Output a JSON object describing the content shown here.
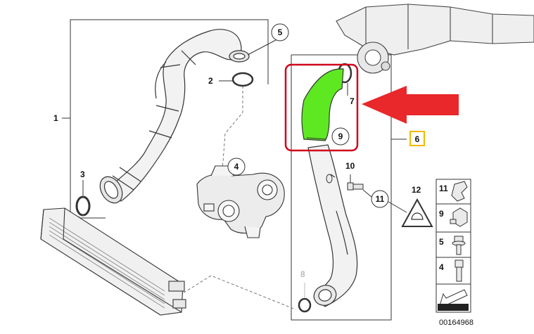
{
  "callouts": {
    "part1": "1",
    "part2": "2",
    "part3": "3",
    "part4": "4",
    "part5": "5",
    "part6": "6",
    "part7": "7",
    "part8": "8",
    "part9": "9",
    "part10": "10",
    "part11": "11",
    "part12": "12"
  },
  "legend": {
    "rows": [
      "11",
      "9",
      "5",
      "4"
    ]
  },
  "document_number": "00164968",
  "colors": {
    "highlight_frame": "#d0021b",
    "highlight_fill": "#5ee822",
    "arrow": "#e8282a",
    "callout6_box": "#f5b800",
    "line": "#222222",
    "faded": "#bbbbbb"
  }
}
